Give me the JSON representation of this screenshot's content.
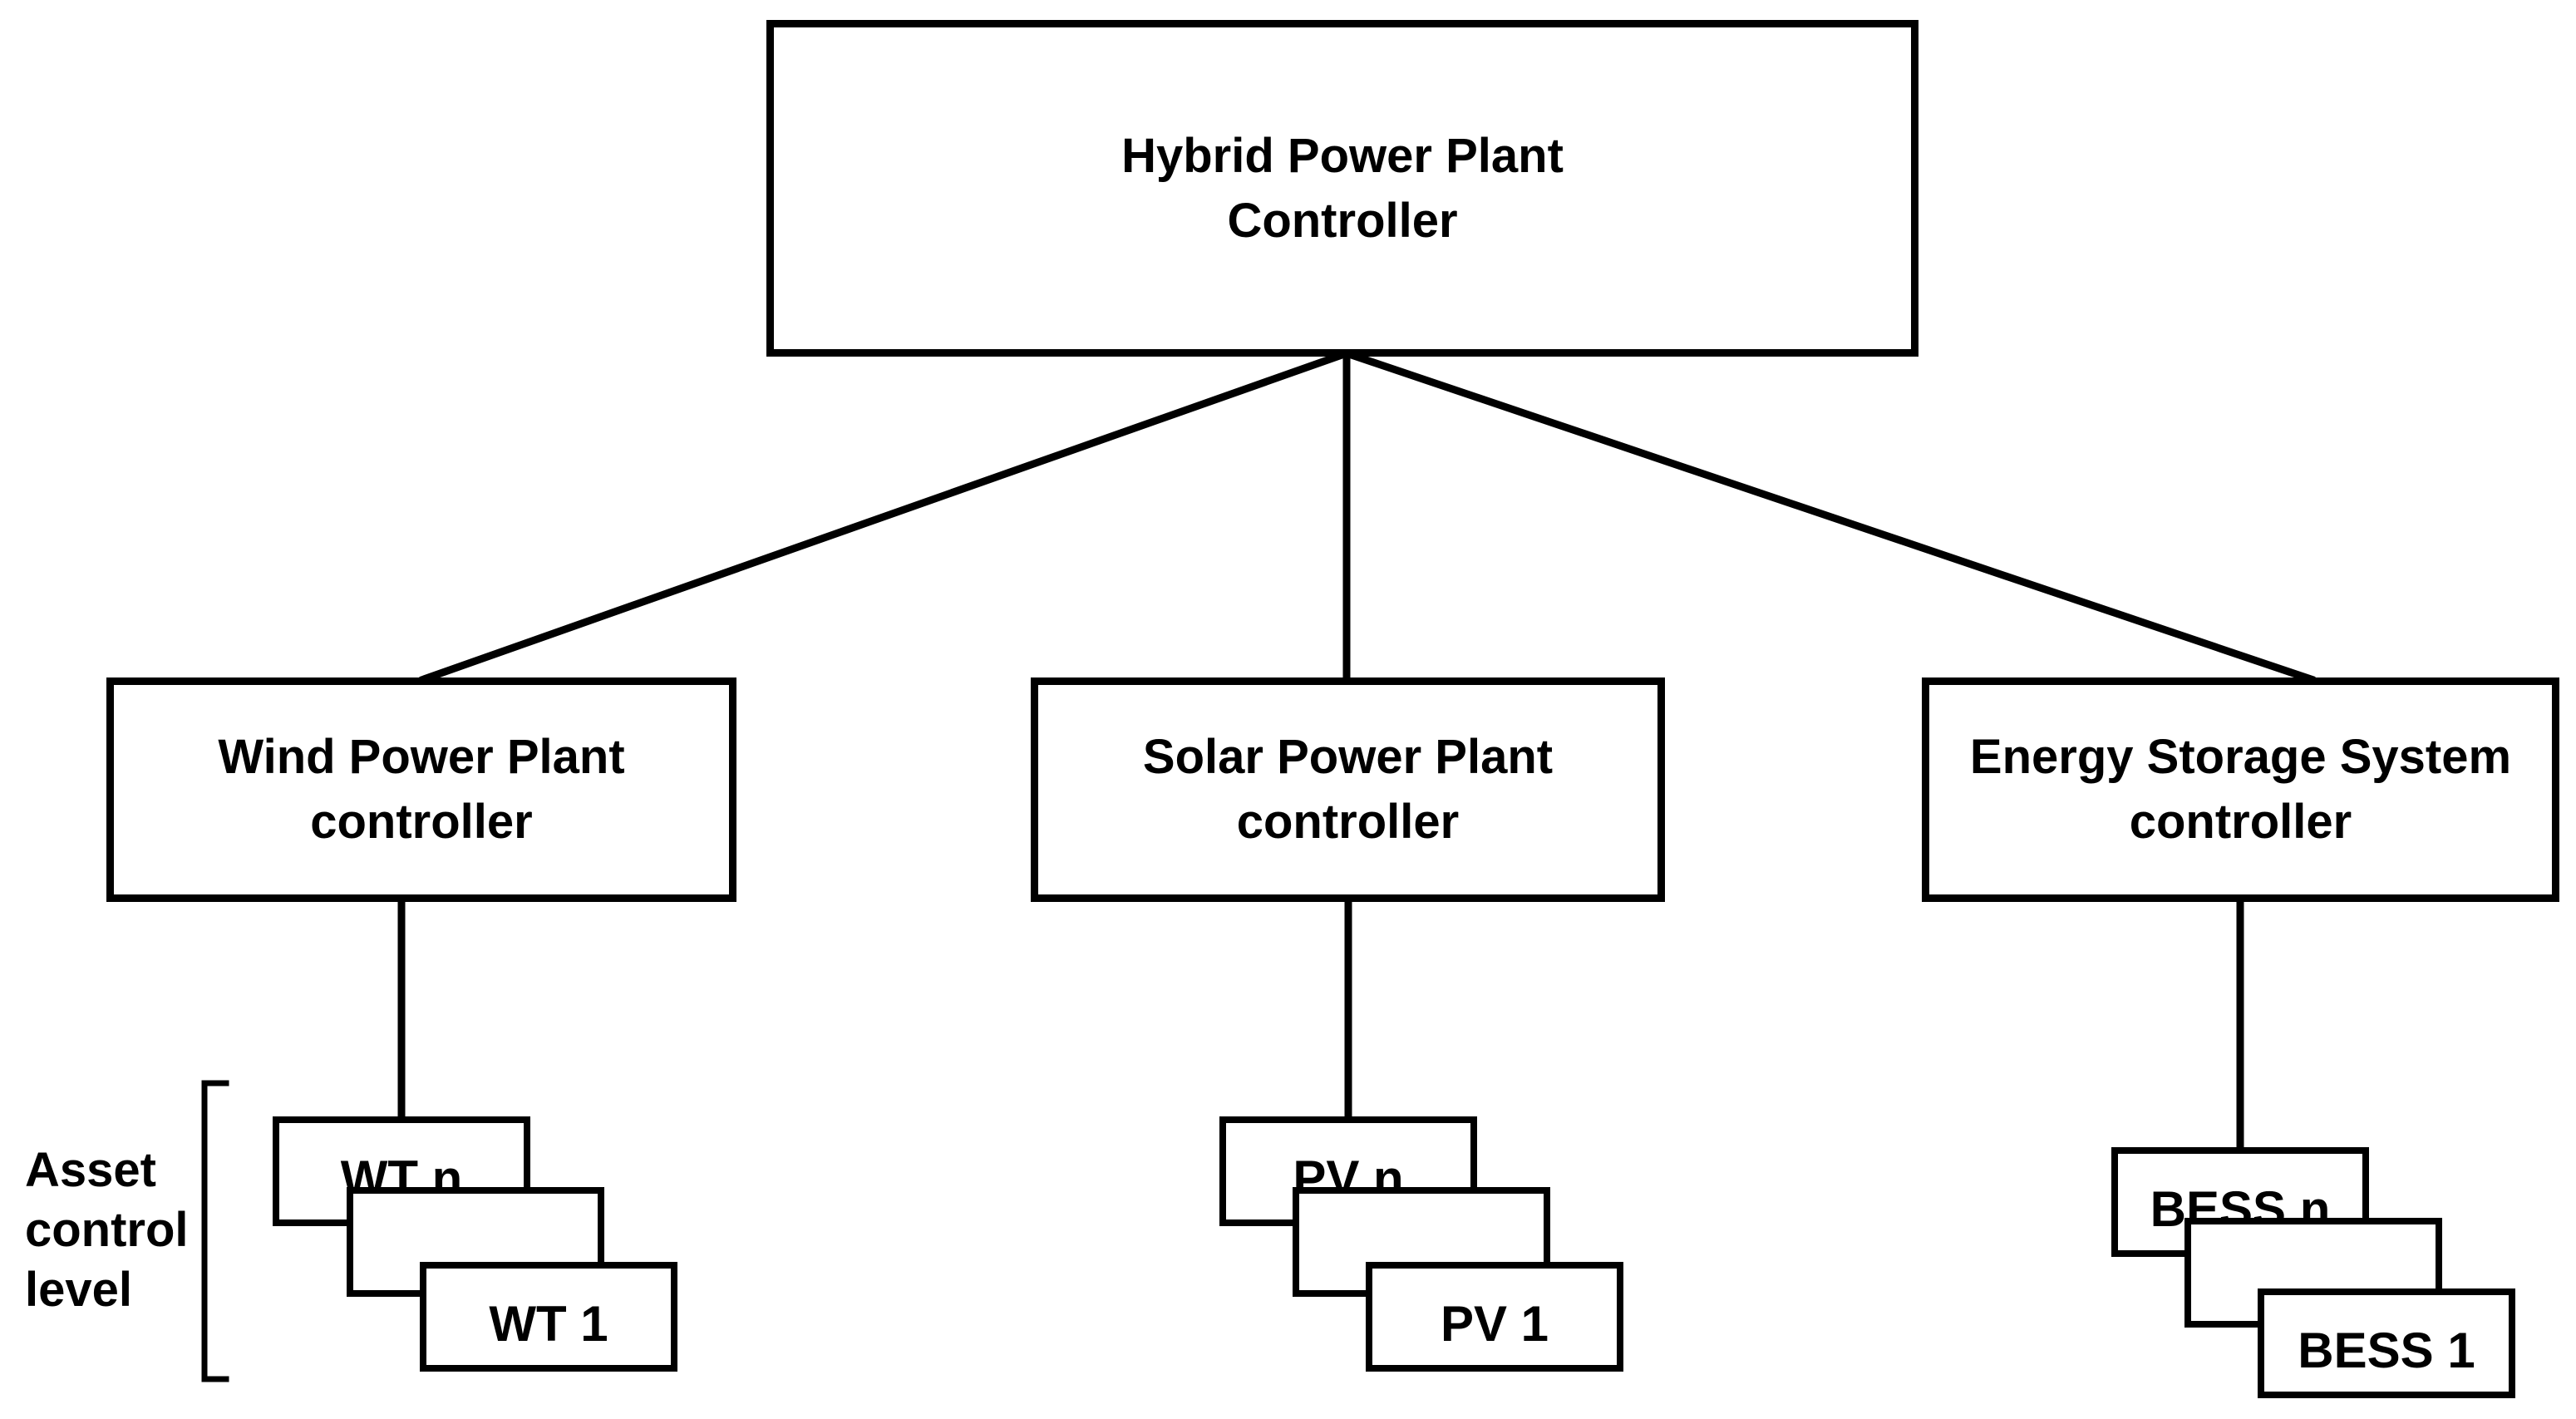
{
  "colors": {
    "line": "#000000",
    "text": "#000000",
    "background": "#ffffff"
  },
  "nodes": {
    "root": {
      "label": "Hybrid Power Plant\nController"
    },
    "wind": {
      "label": "Wind Power Plant\ncontroller"
    },
    "solar": {
      "label": "Solar Power Plant\ncontroller"
    },
    "storage": {
      "label": "Energy Storage System\ncontroller"
    },
    "wt_n": {
      "label": "WT n"
    },
    "wt_dots": {
      "label": "..."
    },
    "wt_1": {
      "label": "WT 1"
    },
    "pv_n": {
      "label": "PV n"
    },
    "pv_dots": {
      "label": "..."
    },
    "pv_1": {
      "label": "PV 1"
    },
    "bess_n": {
      "label": "BESS n"
    },
    "bess_dots": {
      "label": "..."
    },
    "bess_1": {
      "label": "BESS 1"
    }
  },
  "annotations": {
    "asset_control_level": {
      "label": "Asset\ncontrol\nlevel"
    }
  }
}
